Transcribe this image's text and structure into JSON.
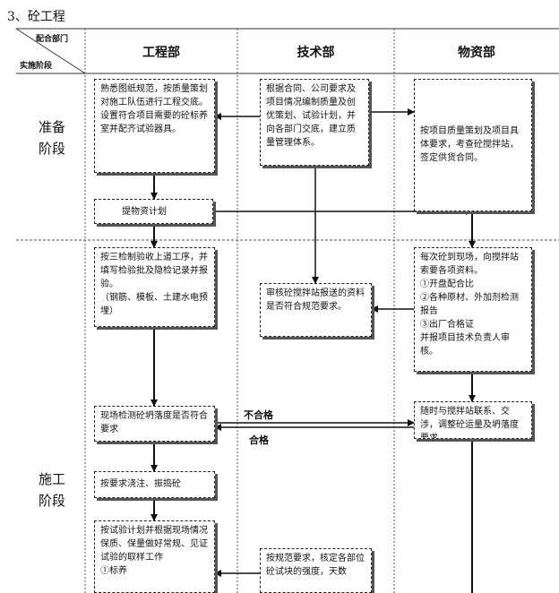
{
  "title": "3、砼工程",
  "header": {
    "corner_top": "配合部门",
    "corner_bottom": "实施阶段",
    "columns": [
      "工程部",
      "技术部",
      "物资部"
    ]
  },
  "phases": {
    "prep": "准备\n阶段",
    "construction": "施工\n阶段"
  },
  "boxes": {
    "eng_prep": "熟悉图纸规范，按质量策划对施工队伍进行工程交底。\n设置符合项目需要的砼标养室并配齐试验器具。",
    "tech_prep": "根据合同、公司要求及项目情况编制质量及创优策划、试验计划，并向各部门交底，建立质量管理体系。",
    "mat_prep": "按项目质量策划及项目具体要求，考查砼搅拌站，签定供货合同。",
    "eng_plan": "提物资计划",
    "eng_check": "按三检制验收上道工序，并填写检验批及隐检记录并报验。\n（钢筋、模板、土建水电预埋）",
    "tech_review": "审核砼搅拌站报送的资料是否符合规范要求。",
    "mat_arrival": "每次砼到现场，向搅拌站索要各项资料。\n①开盘配合比\n②各种原材、外加剂检测报告\n③出厂合格证\n并报项目技术负责人审核。",
    "eng_slump": "现场检测砼坍落度是否符合要求",
    "mat_contact": "随时与搅拌站联系、交涉，调整砼运量及坍落度要求。",
    "eng_pour": "按要求浇注、振捣砼",
    "eng_sample": "按试验计划并根据现场情况保质、保量做好常规、见证试验的取样工作\n①标养",
    "tech_strength": "按规范要求，核定各部位砼试块的强度，天数"
  },
  "labels": {
    "fail": "不合格",
    "pass": "合格"
  }
}
